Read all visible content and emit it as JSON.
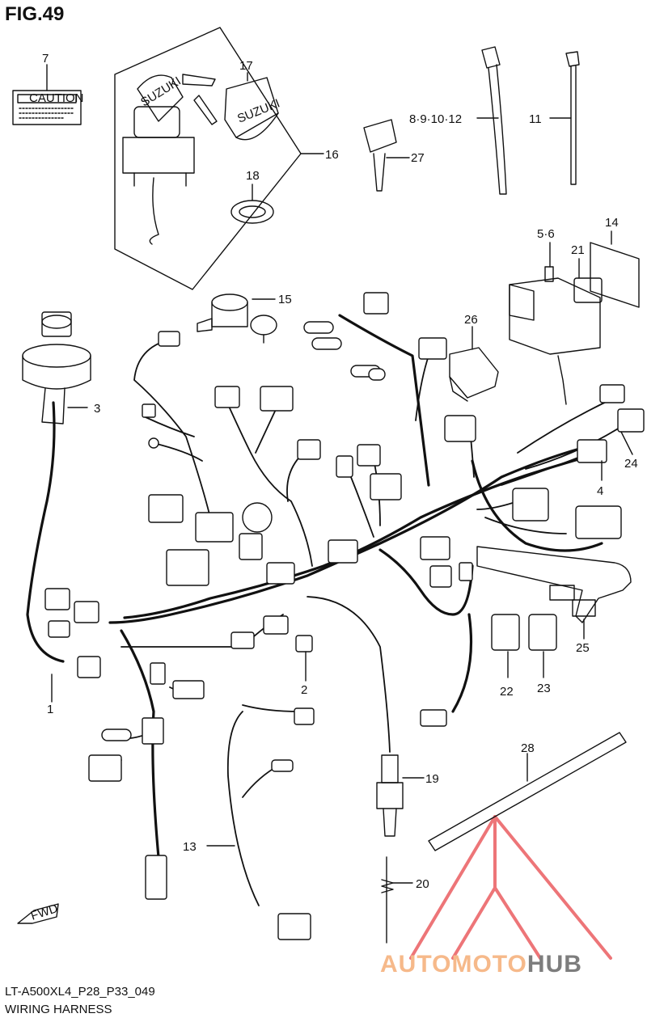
{
  "figure": {
    "title": "FIG.49"
  },
  "footer": {
    "code": "LT-A500XL4_P28_P33_049",
    "name": "WIRING HARNESS"
  },
  "caution_label": {
    "text": "CAUTION"
  },
  "fwd_arrow": {
    "text": "FWD"
  },
  "key_brand": "SUZUKI",
  "callouts": [
    "7",
    "17",
    "16",
    "18",
    "15",
    "8·9·10·12",
    "11",
    "27",
    "5·6",
    "21",
    "14",
    "26",
    "3",
    "24",
    "4",
    "25",
    "22",
    "23",
    "2",
    "1",
    "28",
    "19",
    "13",
    "20"
  ],
  "watermark": {
    "part1": "AUTOMOTO",
    "part2": "HUB",
    "color_light": "#f6b98a",
    "color_dark": "#7d7d7d",
    "logo_color": "#e8474c"
  }
}
